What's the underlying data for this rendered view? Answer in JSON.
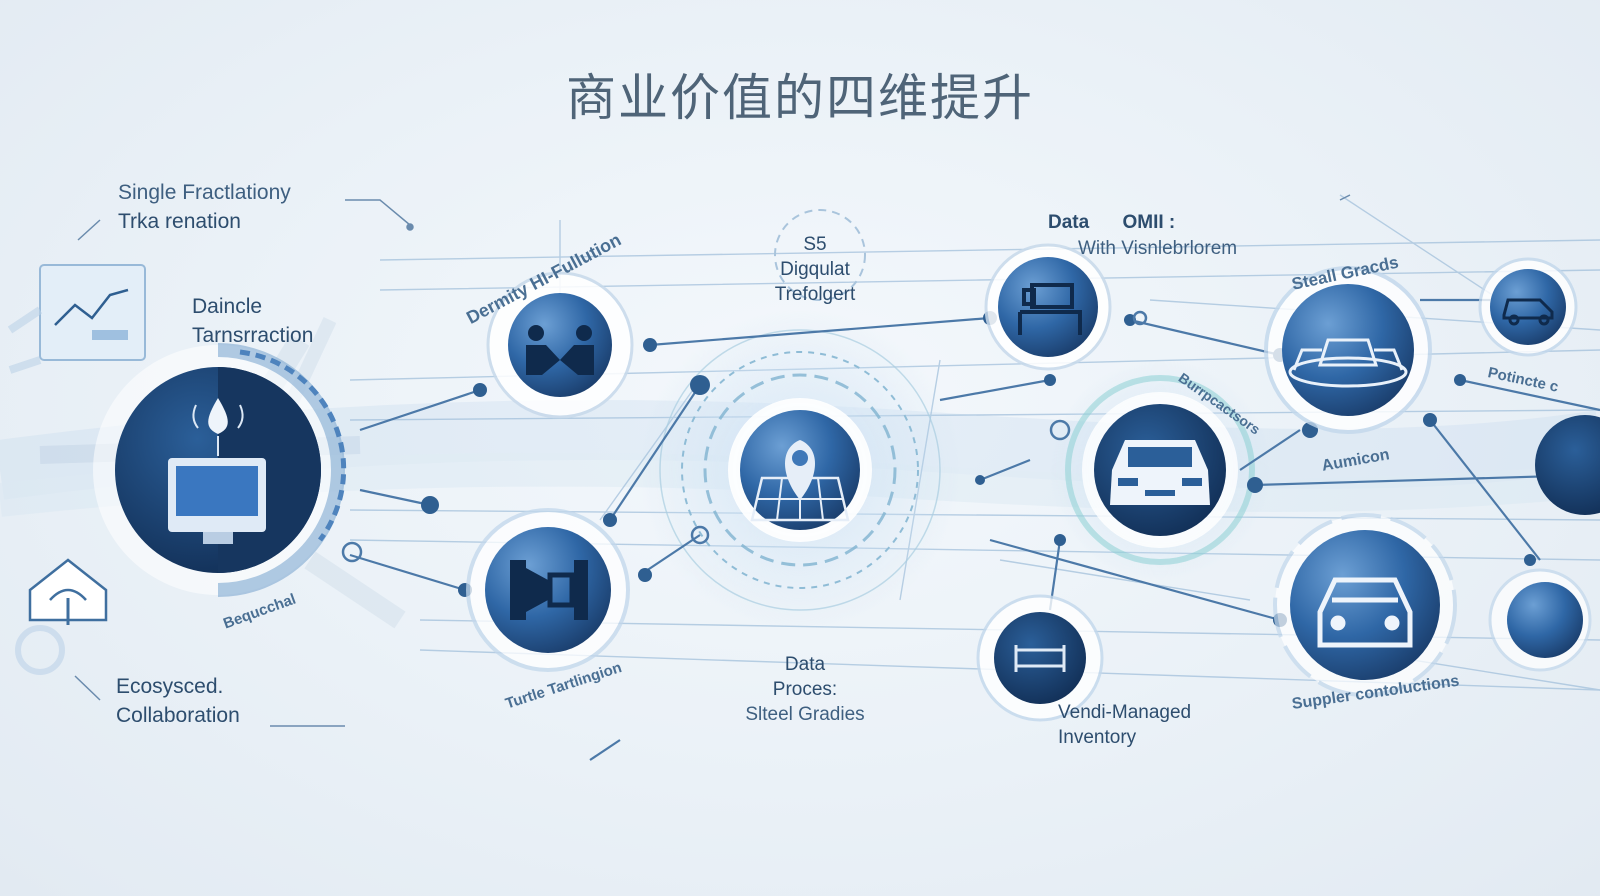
{
  "title": "商业价值的四维提升",
  "labels": {
    "single_l1": "Single Fractlationy",
    "single_l2": "Trka renation",
    "daincle_l1": "Daincle",
    "daincle_l2": "Tarnsrraction",
    "ecosys_l1": "Ecosysced.",
    "ecosys_l2": "Collaboration",
    "dermity": "Dermity HI-Fullution",
    "s5_l1": "S5",
    "s5_l2": "Digqulat",
    "s5_l3": "Trefolgert",
    "data_omii_l1": "Data",
    "data_omii_l2": "OMII :",
    "data_omii_l3": "With Visnlebrlorem",
    "steal_grads": "Steall Gracds",
    "poticte": "Potincte c",
    "aumicon": "Aumicon",
    "bequcchal": "Bequcchal",
    "turtle": "Turtle Tartlingion",
    "data_proc_l1": "Data",
    "data_proc_l2": "Proces:",
    "data_proc_l3": "Slteel Gradies",
    "vendor_l1": "Vendi-Managed",
    "vendor_l2": "Inventory",
    "supplier": "Suppler contoluctions",
    "burrp": "Burrpcactsors"
  },
  "icons": [
    "droplet-monitor-icon",
    "handshake-icon",
    "location-grid-icon",
    "machine-icon",
    "workstation-icon",
    "car-front-icon",
    "cars-group-icon",
    "car-side-icon",
    "car-icon",
    "conveyor-icon",
    "chart-icon",
    "umbrella-icon"
  ],
  "colors": {
    "title": "#4f6478",
    "node_dark": "#1f4f86",
    "node_mid": "#3d78b8",
    "line": "#4c79a8",
    "label": "#3e5f80"
  }
}
